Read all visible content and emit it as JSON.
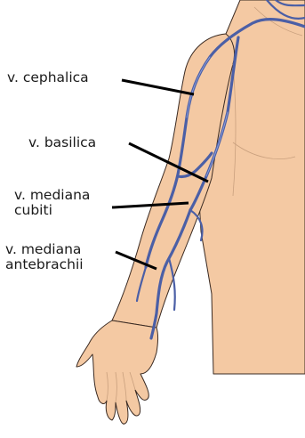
{
  "labels": {
    "cephalica": "v. cephalica",
    "basilica": "v. basilica",
    "mediana_cubiti_line1": "v. mediana",
    "mediana_cubiti_line2": "cubiti",
    "mediana_antebrachii_line1": "v. mediana",
    "mediana_antebrachii_line2": "antebrachii"
  },
  "colors": {
    "skin": "#f4c9a3",
    "vein": "#4b5fa6",
    "leader": "#000000",
    "text": "#1a1a1a"
  }
}
